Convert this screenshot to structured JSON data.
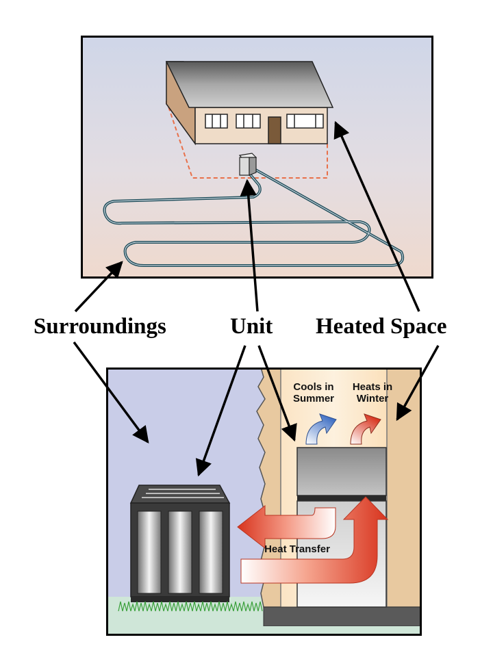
{
  "labels": {
    "surroundings": "Surroundings",
    "unit": "Unit",
    "heated_space": "Heated Space"
  },
  "detail": {
    "cools_line1": "Cools in",
    "cools_line2": "Summer",
    "heats_line1": "Heats in",
    "heats_line2": "Winter",
    "heat_transfer": "Heat Transfer"
  },
  "colors": {
    "frame": "#000000",
    "house_wall": "#efdcc8",
    "roof": "#8a8a8a",
    "ground_loop": "#1f4d5a",
    "footprint_dash": "#e8704a",
    "sky": "#c9cde8",
    "indoor": "#fbe2c0",
    "arrow_hot": "#d63a1e",
    "arrow_cool": "#4a78c8"
  }
}
